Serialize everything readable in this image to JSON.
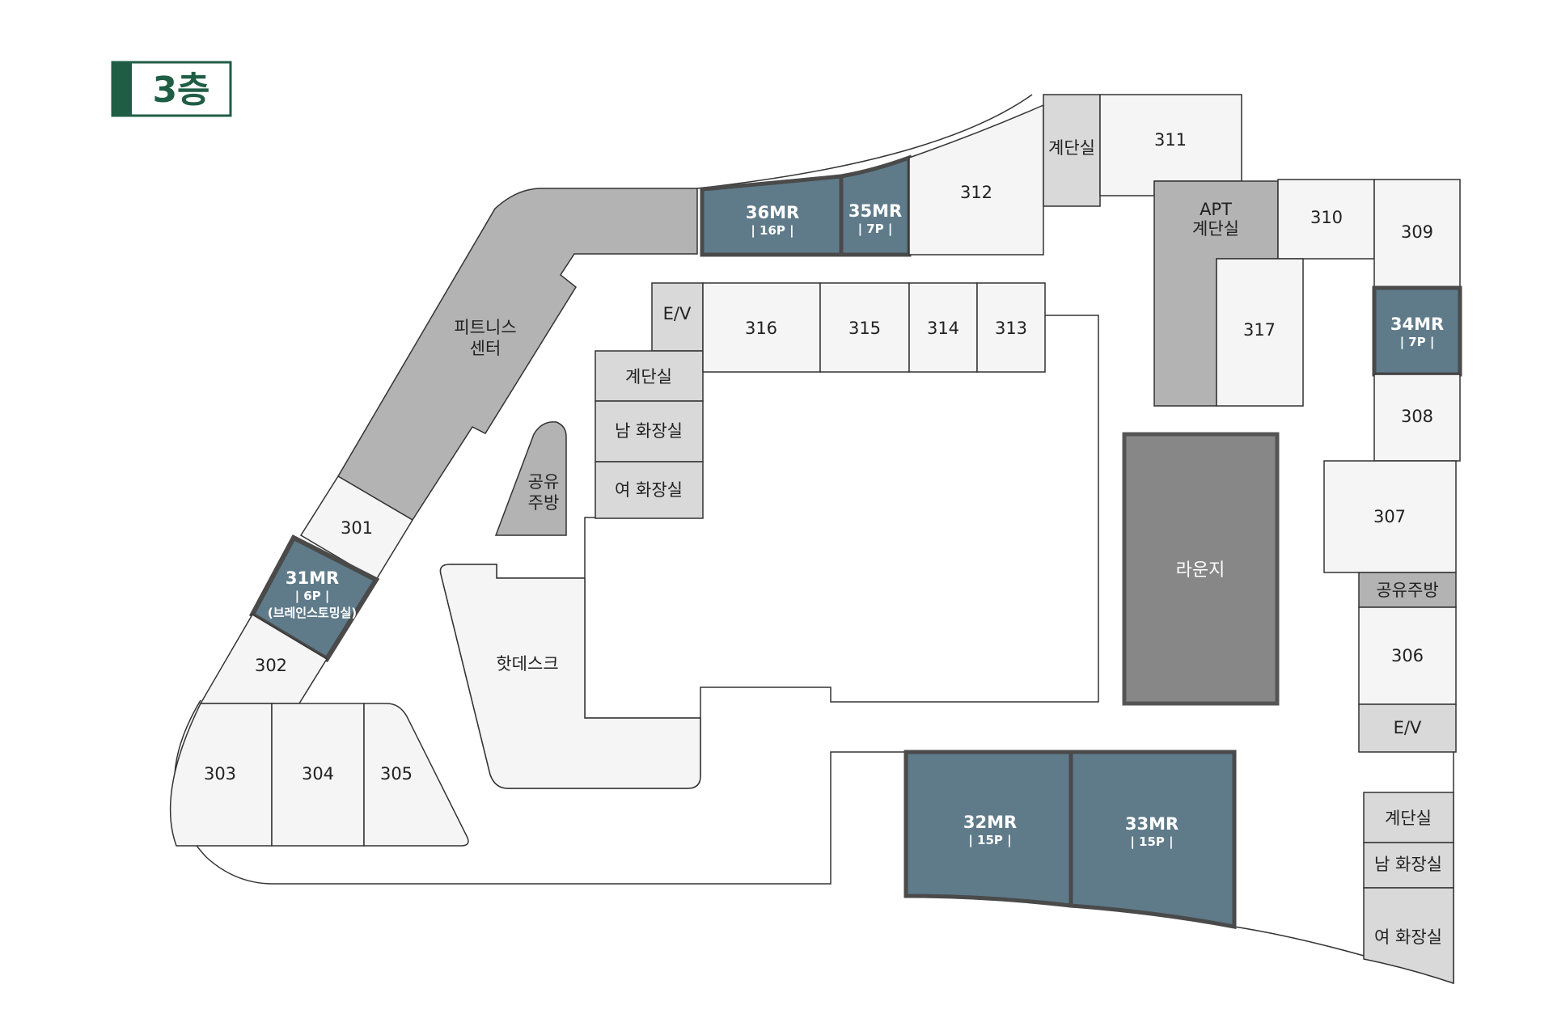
{
  "floor_badge": {
    "label": "3층"
  },
  "colors": {
    "room_fill": "#f4f5f4",
    "service_fill": "#d9d9d9",
    "corridor_fill": "#b3b3b3",
    "meeting_room_fill": "#5f7b8a",
    "meeting_room_border": "#4a4a4a",
    "lounge_fill": "#878787",
    "lounge_border": "#555555",
    "outline": "#333333",
    "badge_green": "#1f5e45"
  },
  "rooms": {
    "r301": "301",
    "r302": "302",
    "r303": "303",
    "r304": "304",
    "r305": "305",
    "r306": "306",
    "r307": "307",
    "r308": "308",
    "r309": "309",
    "r310": "310",
    "r311": "311",
    "r312": "312",
    "r313": "313",
    "r314": "314",
    "r315": "315",
    "r316": "316",
    "r317": "317"
  },
  "meeting_rooms": {
    "mr31": {
      "name": "31MR",
      "capacity": "| 6P |",
      "note": "(브레인스토밍실)"
    },
    "mr32": {
      "name": "32MR",
      "capacity": "| 15P |"
    },
    "mr33": {
      "name": "33MR",
      "capacity": "| 15P |"
    },
    "mr34": {
      "name": "34MR",
      "capacity": "| 7P |"
    },
    "mr35": {
      "name": "35MR",
      "capacity": "| 7P |"
    },
    "mr36": {
      "name": "36MR",
      "capacity": "| 16P |"
    }
  },
  "facilities": {
    "fitness_line1": "피트니스",
    "fitness_line2": "센터",
    "shared_kitchen_line1": "공유",
    "shared_kitchen_line2": "주방",
    "hot_desk": "핫데스크",
    "lounge": "라운지",
    "elevator_center": "E/V",
    "stairs_center": "계단실",
    "mens_restroom_center": "남 화장실",
    "womens_restroom_center": "여 화장실",
    "stairs_top": "계단실",
    "apt_stairs_line1": "APT",
    "apt_stairs_line2": "계단실",
    "shared_kitchen_right": "공유주방",
    "elevator_right": "E/V",
    "stairs_right": "계단실",
    "mens_restroom_right": "남 화장실",
    "womens_restroom_right": "여 화장실"
  }
}
